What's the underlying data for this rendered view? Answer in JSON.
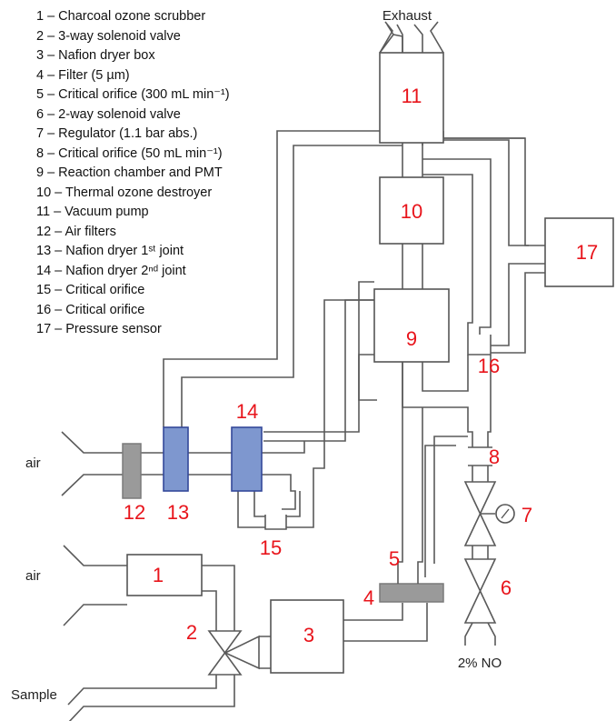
{
  "legend": [
    "1 – Charcoal ozone scrubber",
    "2 – 3-way solenoid valve",
    "3 – Nafion dryer box",
    "4 – Filter (5 µm)",
    "5 – Critical orifice (300 mL min⁻¹)",
    "6 – 2-way solenoid valve",
    "7 – Regulator (1.1 bar abs.)",
    "8 – Critical orifice (50 mL min⁻¹)",
    "9 – Reaction chamber and PMT",
    "10 – Thermal ozone destroyer",
    "11 – Vacuum pump",
    "12 – Air filters",
    "13 – Nafion dryer 1ˢᵗ joint",
    "14 – Nafion dryer 2ⁿᵈ joint",
    "15 – Critical orifice",
    "16 – Critical orifice",
    "17 – Pressure sensor"
  ],
  "labels": {
    "exhaust": "Exhaust",
    "air_top": "air",
    "air_bottom": "air",
    "sample": "Sample",
    "no_source": "2% NO"
  },
  "numbers": {
    "n1": "1",
    "n2": "2",
    "n3": "3",
    "n4": "4",
    "n5": "5",
    "n6": "6",
    "n7": "7",
    "n8": "8",
    "n9": "9",
    "n10": "10",
    "n11": "11",
    "n12": "12",
    "n13": "13",
    "n14": "14",
    "n15": "15",
    "n16": "16",
    "n17": "17"
  },
  "colors": {
    "number_red": "#e8141b",
    "pipe_gray": "#5a5a5a",
    "nafion_blue": "#7e97cf",
    "filter_gray": "#9a9a9a"
  }
}
